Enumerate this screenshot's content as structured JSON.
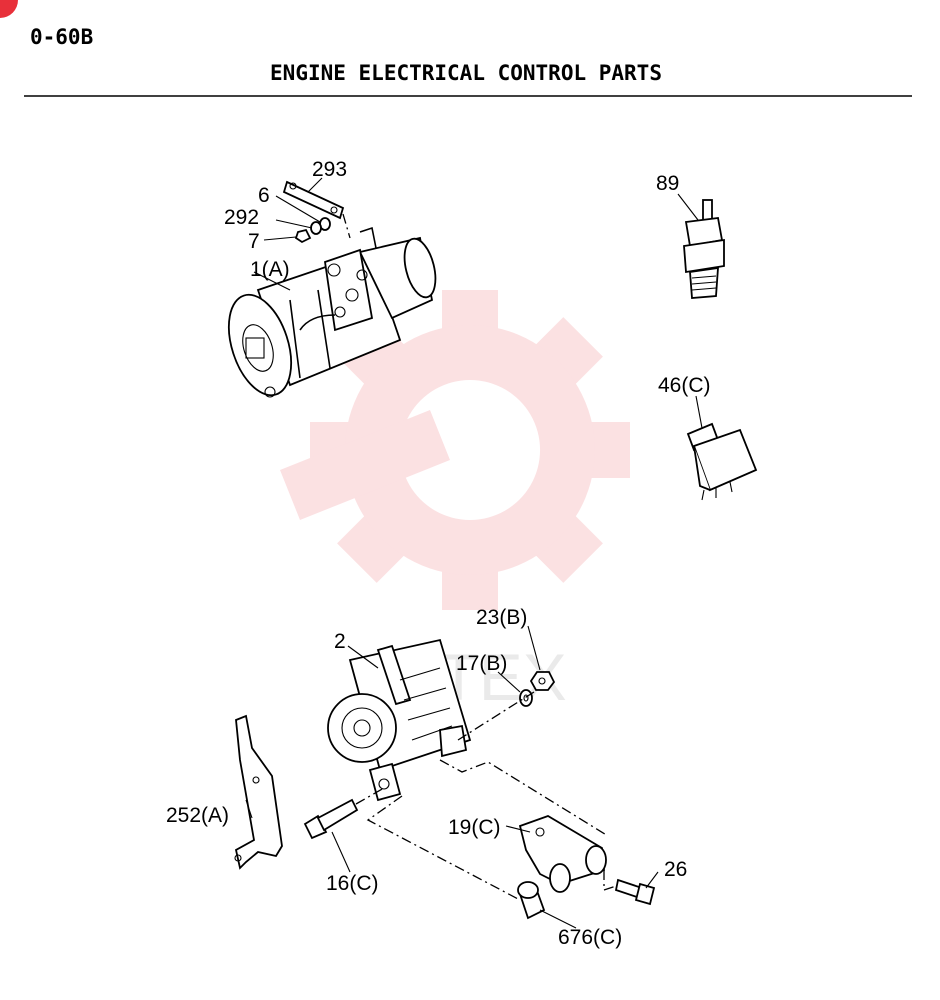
{
  "page": {
    "code": "0-60B",
    "title": "ENGINE ELECTRICAL CONTROL PARTS"
  },
  "watermark": {
    "text": "MITEX",
    "color": "#e8303a"
  },
  "callouts": {
    "c293": "293",
    "c6": "6",
    "c292": "292",
    "c7": "7",
    "c1a": "1(A)",
    "c89": "89",
    "c46c": "46(C)",
    "c23b": "23(B)",
    "c2": "2",
    "c17b": "17(B)",
    "c252a": "252(A)",
    "c19c": "19(C)",
    "c26": "26",
    "c16c": "16(C)",
    "c676c": "676(C)"
  }
}
